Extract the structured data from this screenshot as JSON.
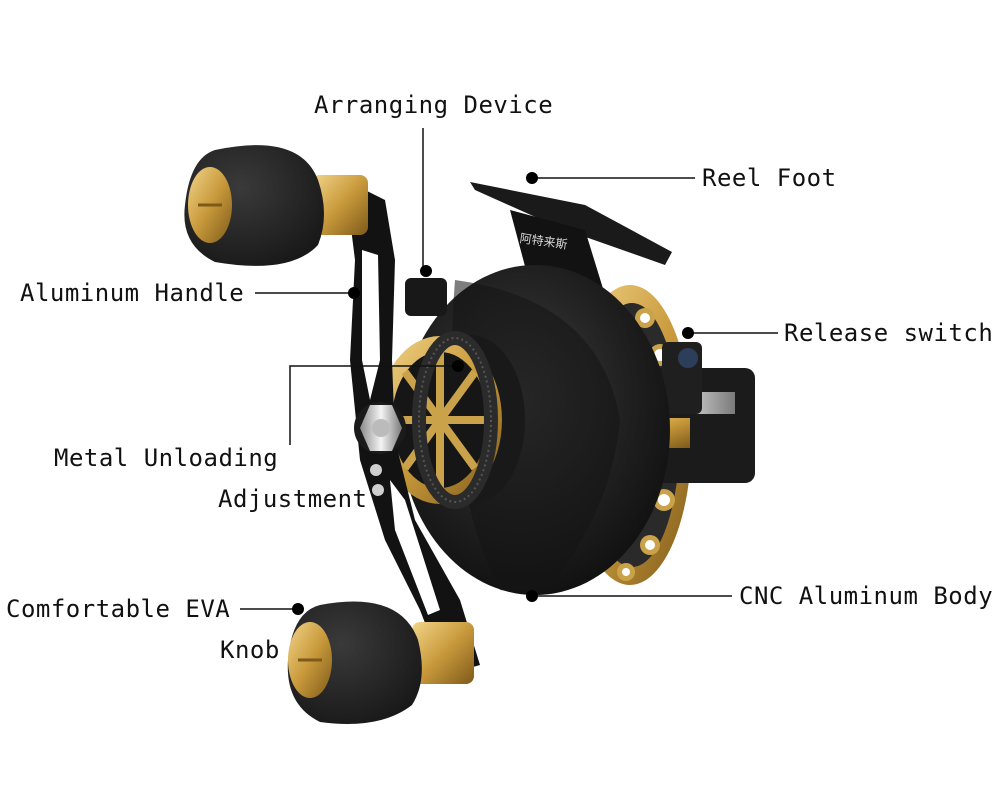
{
  "colors": {
    "background": "#ffffff",
    "reel_body": "#1c1c1c",
    "reel_body_highlight": "#3a3a3a",
    "gold_accent": "#c9a24a",
    "knob_foam": "#262626",
    "leader_line": "#111111",
    "text": "#111111"
  },
  "product": {
    "brand_mark": "阿特来斯"
  },
  "callouts": {
    "arranging_device": "Arranging Device",
    "reel_foot": "Reel Foot",
    "aluminum_handle": "Aluminum Handle",
    "release_switch": "Release switch",
    "metal_unloading_line1": "Metal Unloading",
    "metal_unloading_line2": "Adjustment",
    "cnc_body": "CNC Aluminum Body",
    "eva_knob_line1": "Comfortable EVA",
    "eva_knob_line2": "Knob"
  }
}
